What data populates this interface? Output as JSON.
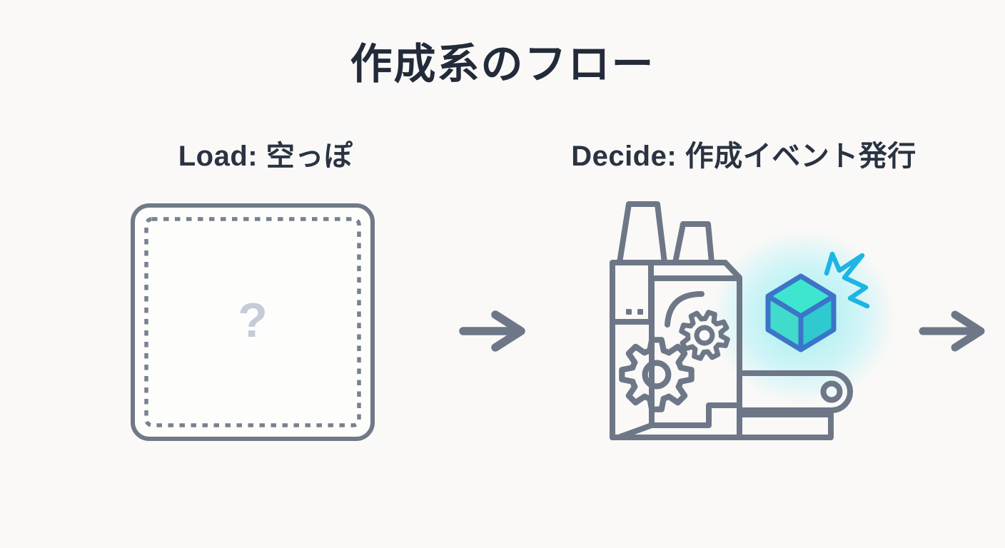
{
  "page": {
    "title": "作成系のフロー",
    "background_color": "#faf9f7"
  },
  "flow": {
    "steps": [
      {
        "name": "load",
        "label": "Load: 空っぽ",
        "placeholder_symbol": "?",
        "visual": "empty-dashed-box"
      },
      {
        "name": "decide",
        "label": "Decide: 作成イベント発行",
        "visual": "factory-emitting-cube-event"
      }
    ],
    "connectors": [
      {
        "type": "arrow-right",
        "position": "between-load-and-decide"
      },
      {
        "type": "arrow-right",
        "position": "after-decide"
      }
    ]
  },
  "icons": [
    {
      "name": "question-mark",
      "meaning": "unknown / empty state"
    },
    {
      "name": "factory-icon",
      "meaning": "event factory with gears and conveyor"
    },
    {
      "name": "cube-icon",
      "meaning": "created event object"
    },
    {
      "name": "spark-icon",
      "meaning": "emission burst"
    }
  ],
  "colors": {
    "background": "#faf9f7",
    "title_text": "#232b3a",
    "label_text": "#2a3342",
    "outline_gray": "#6d7787",
    "dashed_border": "#78818f",
    "question_mark": "#c5cbd7",
    "cube_outline": "#3b74c9",
    "cube_top_face": "#3ee6d0",
    "cube_left_face": "#40dbcb",
    "cube_right_face": "#2fc9cf",
    "spark_cyan": "#1cb5e4",
    "glow_cyan": "#67e8f9"
  }
}
